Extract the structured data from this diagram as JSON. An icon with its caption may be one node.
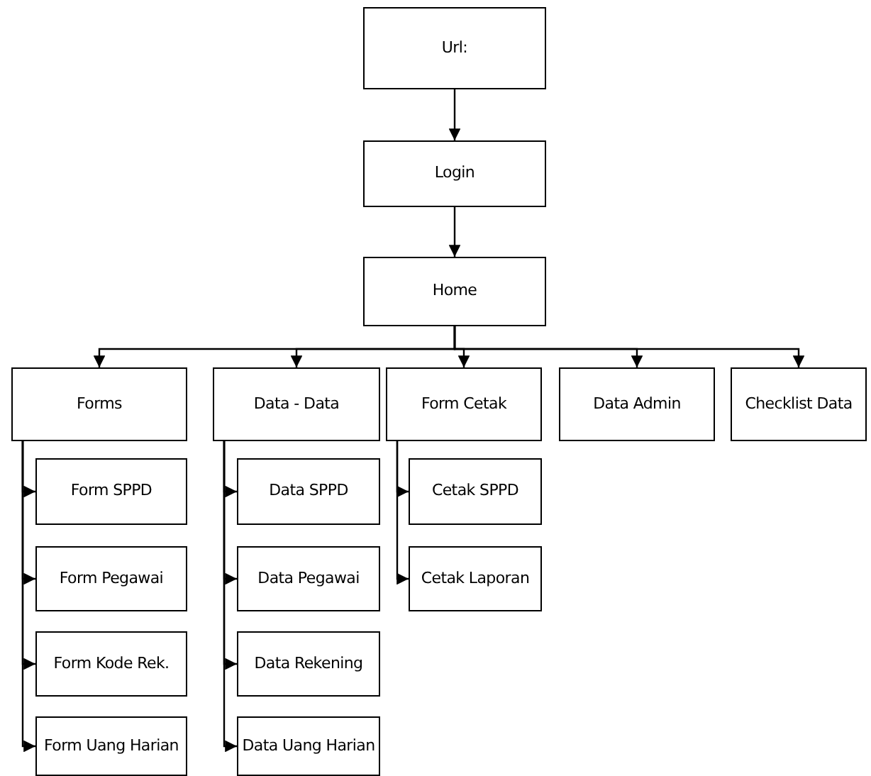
{
  "diagram": {
    "nodes": [
      {
        "text": [
          "Url:"
        ]
      },
      {
        "text": [
          "Login"
        ]
      },
      {
        "text": [
          "Home"
        ]
      },
      {
        "text": [
          "Forms"
        ]
      },
      {
        "text": [
          "Form SPPD"
        ]
      },
      {
        "text": [
          "Form Pegawai"
        ]
      },
      {
        "text": [
          "Form Kode Rek."
        ]
      },
      {
        "text": [
          "Form Uang Harian"
        ]
      },
      {
        "text": [
          "Data - Data"
        ]
      },
      {
        "text": [
          "Data SPPD"
        ]
      },
      {
        "text": [
          "Data Pegawai"
        ]
      },
      {
        "text": [
          "Data Rekening"
        ]
      },
      {
        "text": [
          "Data Uang Harian"
        ]
      },
      {
        "text": [
          "Form Cetak"
        ]
      },
      {
        "text": [
          "Cetak SPPD"
        ]
      },
      {
        "text": [
          "Cetak Laporan"
        ]
      },
      {
        "text": [
          "Data Admin"
        ]
      },
      {
        "text": [
          "Checklist Data"
        ]
      }
    ],
    "edges": [
      {
        "from": 0,
        "to": 1,
        "arrow": "to"
      },
      {
        "from": 1,
        "to": 2,
        "arrow": "to"
      },
      {
        "from": 2,
        "to": 3,
        "arrow": "to"
      },
      {
        "from": 2,
        "to": 8,
        "arrow": "to"
      },
      {
        "from": 2,
        "to": 13,
        "arrow": "to"
      },
      {
        "from": 2,
        "to": 16,
        "arrow": "to"
      },
      {
        "from": 2,
        "to": 17,
        "arrow": "to"
      },
      {
        "from": 3,
        "to": 4,
        "arrow": "to"
      },
      {
        "from": 3,
        "to": 5,
        "arrow": "to"
      },
      {
        "from": 3,
        "to": 6,
        "arrow": "to"
      },
      {
        "from": 3,
        "to": 7,
        "arrow": "to"
      },
      {
        "from": 8,
        "to": 9,
        "arrow": "to"
      },
      {
        "from": 8,
        "to": 10,
        "arrow": "to"
      },
      {
        "from": 8,
        "to": 11,
        "arrow": "to"
      },
      {
        "from": 8,
        "to": 12,
        "arrow": "to"
      },
      {
        "from": 13,
        "to": 14,
        "arrow": "to"
      },
      {
        "from": 13,
        "to": 15,
        "arrow": "to"
      }
    ]
  }
}
